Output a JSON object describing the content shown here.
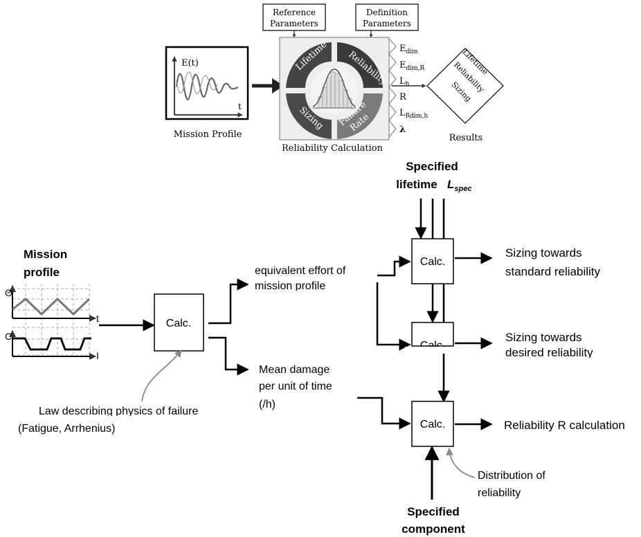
{
  "top": {
    "reference_parameters": [
      "Reference",
      "Parameters"
    ],
    "definition_parameters": [
      "Definition",
      "Parameters"
    ],
    "mission_plot_ylabel": "E(t)",
    "mission_plot_xlabel": "t",
    "mission_profile_caption": "Mission Profile",
    "segments": {
      "lifetime": "Lifetime",
      "reliability": "Reliability",
      "sizing": "Sizing",
      "failure_rate": [
        "Failure",
        "Rate"
      ]
    },
    "outputs": [
      {
        "base": "E",
        "sub": "dim"
      },
      {
        "base": "E",
        "sub": "dim,R"
      },
      {
        "base": "L",
        "sub": "h"
      },
      {
        "base": "R",
        "sub": ""
      },
      {
        "base": "L",
        "sub": "Rdim,h"
      },
      {
        "base": "λ",
        "sub": ""
      }
    ],
    "reliability_calc_caption": "Reliability Calculation",
    "diamond_lines": [
      "Lifetime",
      "Reliability",
      "Sizing"
    ],
    "results_caption": "Results"
  },
  "bottom": {
    "specified_lifetime": [
      "Specified",
      "lifetime"
    ],
    "lspec_base": "L",
    "lspec_sub": "spec",
    "mission_profile_label": [
      "Mission",
      "profile"
    ],
    "mp_axis_theta": "Θ",
    "mp_axis_t": "t",
    "mp_axis_c": "C",
    "mp_axis_i": "I",
    "calc_label": "Calc.",
    "equivalent_effort": [
      "equivalent effort of",
      "mission profile"
    ],
    "mean_damage": [
      "Mean damage",
      "per unit of time",
      "(/h)"
    ],
    "law_describing": [
      "Law describing physics of failure",
      "(Fatigue, Arrhenius)"
    ],
    "sizing_standard": [
      "Sizing towards",
      "standard reliability"
    ],
    "sizing_desired": [
      "Sizing towards",
      "desired reliability"
    ],
    "reliability_r_calc": "Reliability R calculation",
    "distribution": [
      "Distribution of",
      "reliability"
    ],
    "specified_component": [
      "Specified",
      "component"
    ]
  }
}
